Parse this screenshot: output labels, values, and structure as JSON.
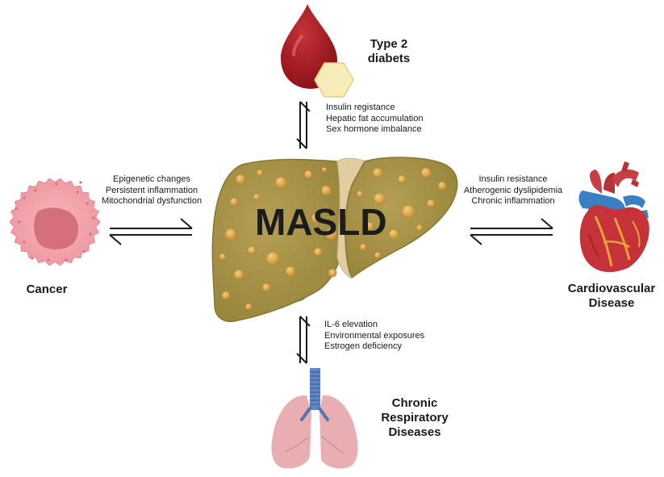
{
  "center": {
    "title": "MASLD"
  },
  "nodes": {
    "diabetes": {
      "label_line1": "Type 2",
      "label_line2": "diabets",
      "icon": "blood-drop-sugar-icon"
    },
    "cancer": {
      "label": "Cancer",
      "icon": "cancer-cell-icon"
    },
    "cardio": {
      "label_line1": "Cardiovascular",
      "label_line2": "Disease",
      "icon": "heart-icon"
    },
    "respiratory": {
      "label_line1": "Chronic",
      "label_line2": "Respiratory",
      "label_line3": "Diseases",
      "icon": "lungs-icon"
    }
  },
  "links": {
    "top": [
      "Insulin registance",
      "Hepatic fat accumulation",
      "Sex hormone imbalance"
    ],
    "left": [
      "Epigenetic changes",
      "Persistent inflammation",
      "Mitochondrial dysfunction"
    ],
    "right": [
      "Insulin resistance",
      "Atherogenic dyslipidemia",
      "Chronic inflammation"
    ],
    "bottom": [
      "IL-6 elevation",
      "Environmental exposures",
      "Estrogen deficiency"
    ]
  },
  "colors": {
    "liver": "#a89447",
    "liver_dark": "#7d6a2c",
    "fat_droplet": "#d9a94a",
    "blood": "#a3171f",
    "sugar": "#f6eab2",
    "cancer_cell": "#f0a0a8",
    "cancer_nucleus": "#d5707a",
    "heart": "#c5323a",
    "vessel_blue": "#3a7fc1",
    "lungs": "#e9aeb2",
    "trachea": "#5f86c2"
  }
}
